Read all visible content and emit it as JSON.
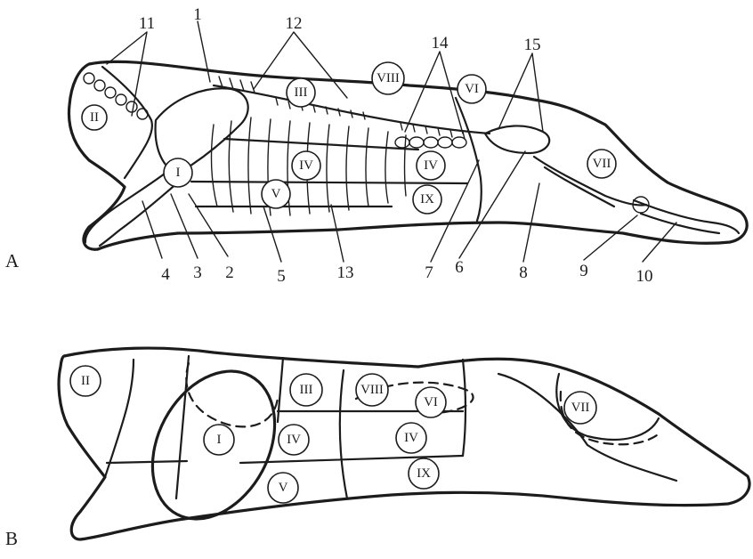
{
  "panels": {
    "a_label": "A",
    "b_label": "B"
  },
  "panel_a": {
    "numbers": [
      "1",
      "2",
      "3",
      "4",
      "5",
      "6",
      "7",
      "8",
      "9",
      "10",
      "11",
      "12",
      "13",
      "14",
      "15"
    ],
    "regions": [
      "I",
      "II",
      "III",
      "IV",
      "IV",
      "V",
      "VI",
      "VII",
      "VIII",
      "IX"
    ]
  },
  "panel_b": {
    "regions": [
      "I",
      "II",
      "III",
      "IV",
      "IV",
      "V",
      "VI",
      "VII",
      "VIII",
      "IX"
    ]
  }
}
